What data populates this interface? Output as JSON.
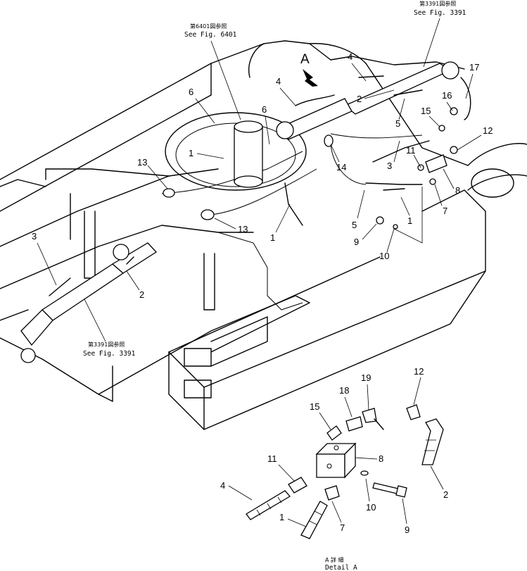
{
  "view_label": "A",
  "cross_refs": [
    {
      "jp": "第6401図参照",
      "en": "See Fig. 6401"
    },
    {
      "jp": "第3391図参照",
      "en": "See Fig. 3391"
    },
    {
      "jp": "第3391図参照",
      "en": "See Fig. 3391"
    }
  ],
  "callouts_main": [
    "6",
    "1",
    "6",
    "13",
    "4",
    "4",
    "2",
    "5",
    "14",
    "3",
    "11",
    "12",
    "15",
    "16",
    "17",
    "8",
    "7",
    "1",
    "5",
    "9",
    "10",
    "13",
    "1",
    "3",
    "2"
  ],
  "callouts_detail": [
    "15",
    "18",
    "19",
    "12",
    "11",
    "8",
    "4",
    "1",
    "7",
    "10",
    "9",
    "2"
  ],
  "detail_caption": {
    "jp": "A 詳 細",
    "en": "Detail A"
  }
}
